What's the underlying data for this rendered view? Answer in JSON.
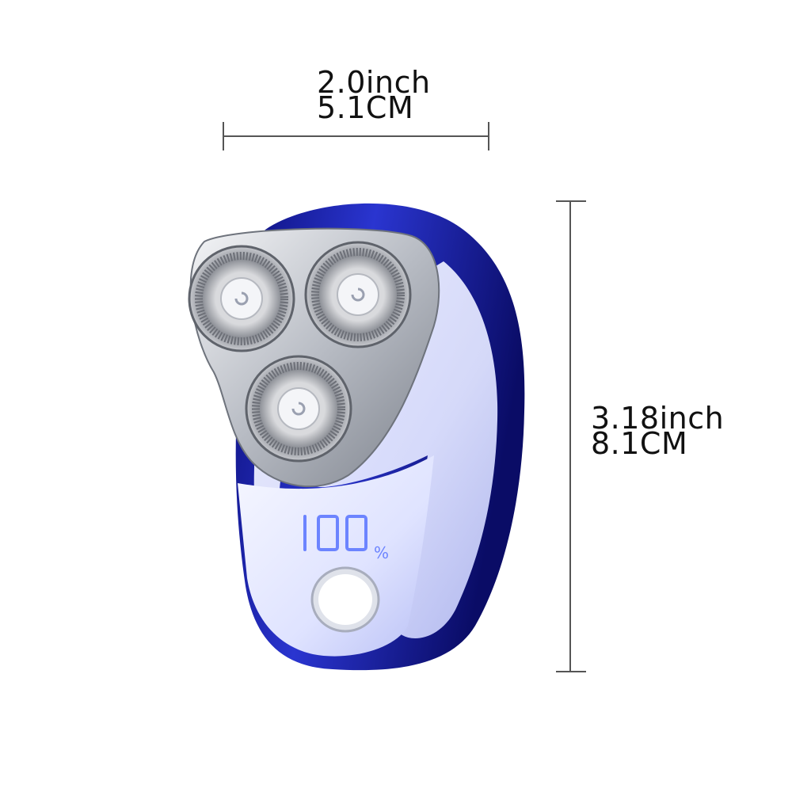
{
  "dimensions": {
    "width": {
      "inch": "2.0inch",
      "cm": "5.1CM"
    },
    "height": {
      "inch": "3.18inch",
      "cm": "8.1CM"
    }
  },
  "device": {
    "display_digits": "100",
    "display_unit": "%",
    "colors": {
      "body_blue": "#1a1fa8",
      "body_light": "#e6e9ff",
      "chrome": "#cfd3da",
      "display_glow": "#5a78ff"
    },
    "icons": [
      "shaver-head-icon",
      "power-button-icon",
      "battery-display-icon"
    ]
  }
}
